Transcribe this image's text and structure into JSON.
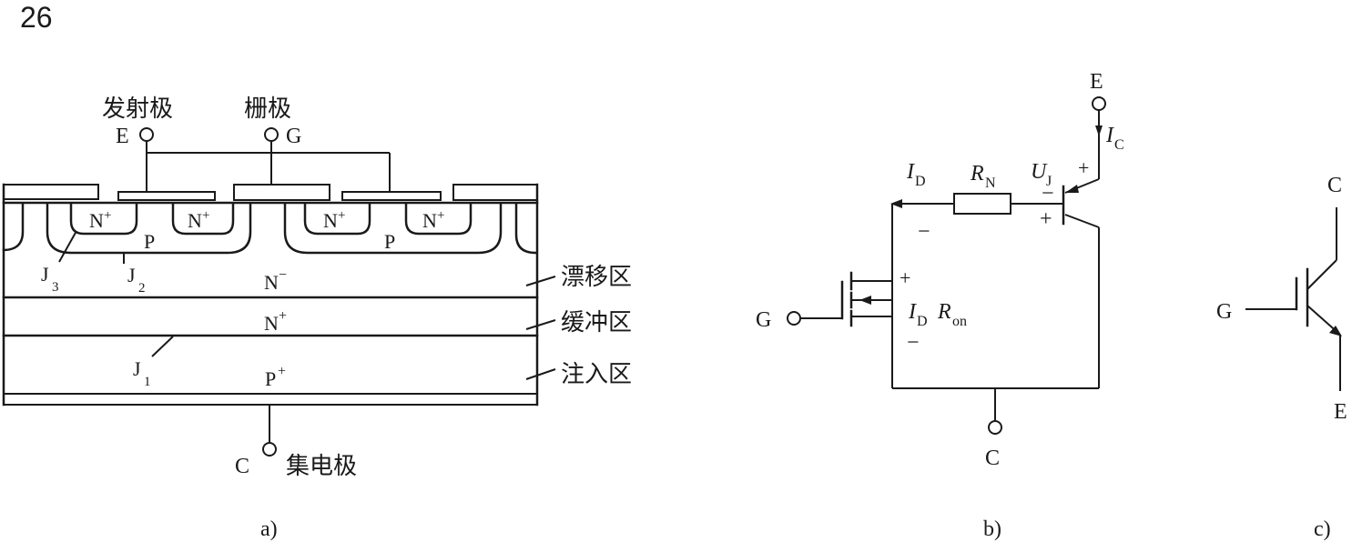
{
  "page_number": "26",
  "figure_a": {
    "caption": "a)",
    "emitter_label": "发射极",
    "gate_label": "栅极",
    "collector_label": "集电极",
    "E": "E",
    "G": "G",
    "C": "C",
    "nplus": "N",
    "plus": "+",
    "minus": "−",
    "p": "P",
    "nminus_base": "N",
    "nplus_buffer_base": "N",
    "pplus_base": "P",
    "J": "J",
    "sub1": "1",
    "sub2": "2",
    "sub3": "3",
    "drift_region": "漂移区",
    "buffer_region": "缓冲区",
    "injection_region": "注入区"
  },
  "figure_b": {
    "caption": "b)",
    "E": "E",
    "G": "G",
    "C": "C",
    "I": "I",
    "sub_C": "C",
    "sub_D": "D",
    "R": "R",
    "sub_N": "N",
    "sub_on": "on",
    "U": "U",
    "sub_J": "J",
    "plus": "+",
    "minus": "−"
  },
  "figure_c": {
    "caption": "c)",
    "C": "C",
    "G": "G",
    "E": "E"
  }
}
